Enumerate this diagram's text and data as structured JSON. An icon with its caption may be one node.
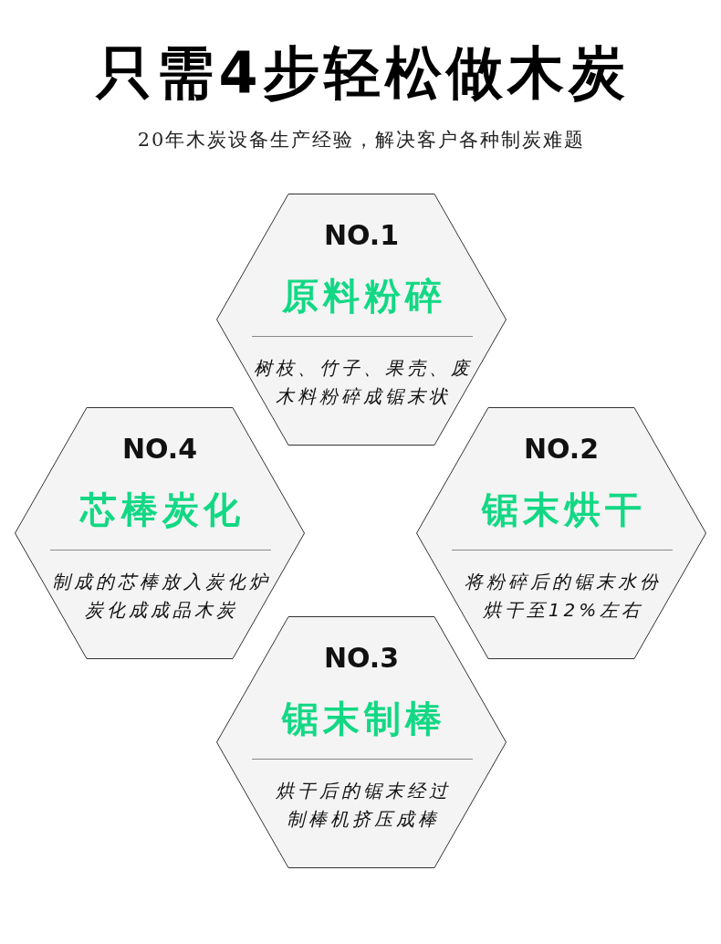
{
  "diagram": {
    "title": "只需4步轻松做木炭",
    "nodes": [
      {
        "text": [
          "NO.1",
          "原料粉碎",
          "树枝、竹子、果壳、废木料粉碎成锯末状"
        ]
      },
      {
        "text": [
          "NO.4",
          "芯棒炭化",
          "制成的芯棒放入炭化炉炭化成成品木炭"
        ]
      },
      {
        "text": [
          "NO.2",
          "锯末烘干",
          "将粉碎后的锯末水份烘干至12%左右"
        ]
      },
      {
        "text": [
          "NO.3",
          "锯末制棒",
          "烘干后的锯末经过制棒机挤压成棒"
        ]
      }
    ],
    "labels": [
      "20年木炭设备生产经验，解决客户各种制炭难题"
    ]
  }
}
